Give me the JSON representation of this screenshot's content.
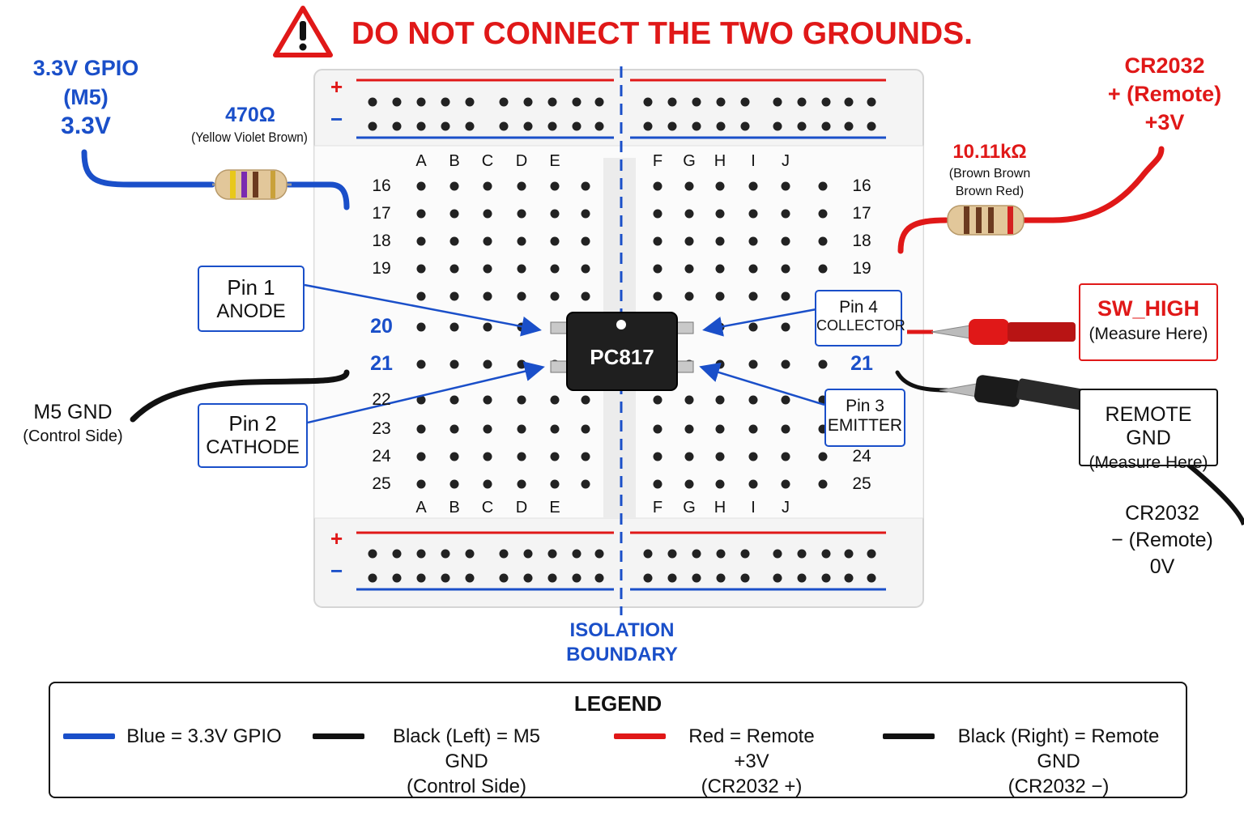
{
  "warning": {
    "text": "DO NOT CONNECT THE TWO GROUNDS.",
    "icon": "warning-triangle-icon",
    "color": "#e01818"
  },
  "left_supply": {
    "line1": "3.3V GPIO",
    "line2": "(M5)",
    "line3": "3.3V"
  },
  "resistor_left": {
    "value": "470Ω",
    "bands": "(Yellow Violet Brown)",
    "band_colors": [
      "#e8c81a",
      "#7a2bb0",
      "#6b3a1f"
    ]
  },
  "right_supply": {
    "line1": "CR2032",
    "line2": "+ (Remote)",
    "line3": "+3V"
  },
  "resistor_right": {
    "value": "10.11kΩ",
    "bands_line1": "(Brown Brown",
    "bands_line2": "Brown Red)",
    "band_colors": [
      "#6b3a1f",
      "#6b3a1f",
      "#6b3a1f",
      "#d42020"
    ]
  },
  "breadboard": {
    "rail_plus": "+",
    "rail_minus": "−",
    "columns_left": [
      "A",
      "B",
      "C",
      "D",
      "E"
    ],
    "columns_right": [
      "F",
      "G",
      "H",
      "I",
      "J"
    ],
    "rows": [
      "16",
      "17",
      "18",
      "19",
      "",
      "20",
      "21",
      "22",
      "23",
      "24",
      "25"
    ],
    "highlight_rows": [
      "20",
      "21"
    ]
  },
  "chip": {
    "label": "PC817"
  },
  "pins": {
    "pin1": {
      "title": "Pin 1",
      "name": "ANODE"
    },
    "pin2": {
      "title": "Pin 2",
      "name": "CATHODE"
    },
    "pin3": {
      "title": "Pin 3",
      "name": "EMITTER"
    },
    "pin4": {
      "title": "Pin 4",
      "name": "COLLECTOR"
    }
  },
  "m5_gnd": {
    "line1": "M5 GND",
    "line2": "(Control Side)"
  },
  "sw_high": {
    "title": "SW_HIGH",
    "sub": "(Measure Here)"
  },
  "remote_gnd": {
    "title": "REMOTE GND",
    "sub": "(Measure Here)"
  },
  "cr2032_neg": {
    "line1": "CR2032",
    "line2": "− (Remote)",
    "line3": "0V"
  },
  "isolation": {
    "line1": "ISOLATION",
    "line2": "BOUNDARY"
  },
  "legend": {
    "title": "LEGEND",
    "items": [
      {
        "color": "#1a4fc9",
        "line1": "Blue = 3.3V GPIO",
        "line2": ""
      },
      {
        "color": "#111111",
        "line1": "Black (Left) = M5 GND",
        "line2": "(Control Side)"
      },
      {
        "color": "#e01818",
        "line1": "Red = Remote +3V",
        "line2": "(CR2032 +)"
      },
      {
        "color": "#111111",
        "line1": "Black (Right) = Remote GND",
        "line2": "(CR2032 −)"
      }
    ]
  },
  "colors": {
    "blue": "#1a4fc9",
    "red": "#e01818",
    "black": "#111111"
  }
}
